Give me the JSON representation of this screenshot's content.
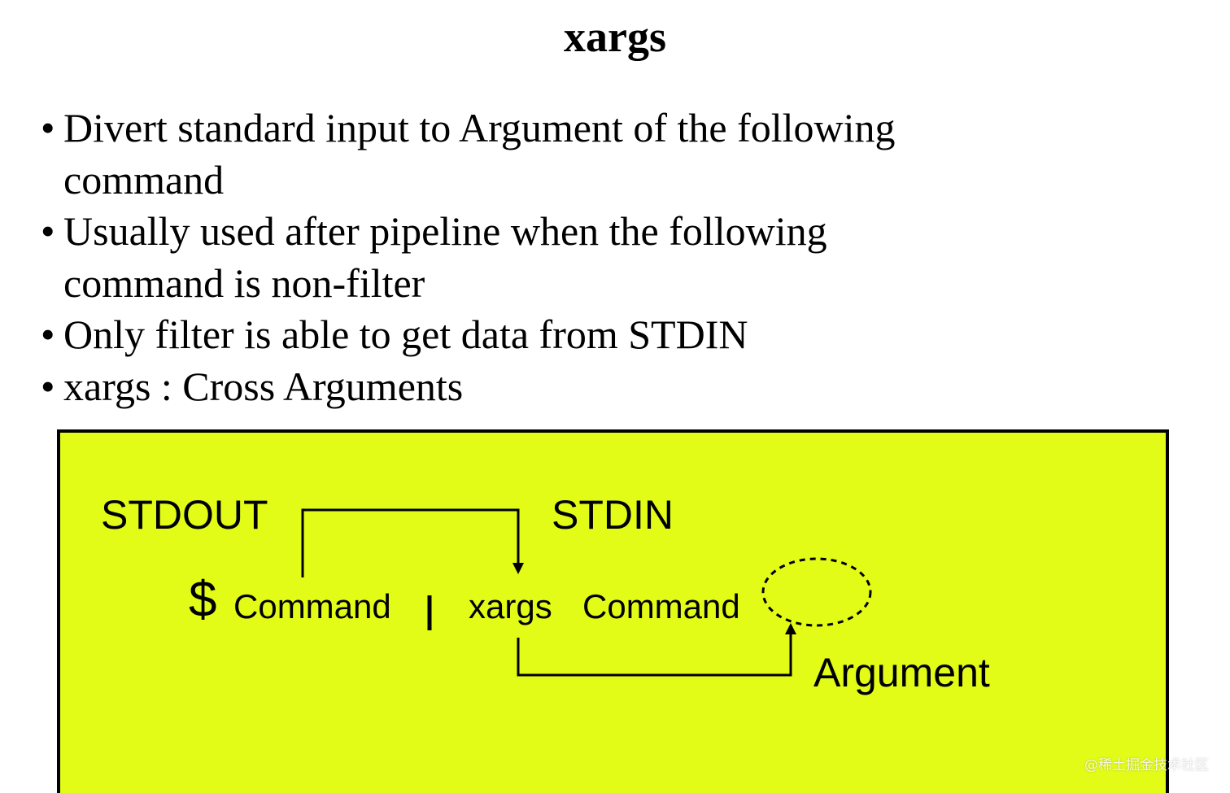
{
  "title": "xargs",
  "bullets": [
    {
      "line1": "Divert standard input to Argument of the following",
      "line2": "command"
    },
    {
      "line1": "Usually used after pipeline when the following",
      "line2": "command is non-filter"
    },
    {
      "line1": "Only filter is able to get data from STDIN",
      "line2": ""
    },
    {
      "line1": "xargs : Cross Arguments",
      "line2": ""
    }
  ],
  "bullet_symbol": "•",
  "diagram": {
    "stdout_label": "STDOUT",
    "stdin_label": "STDIN",
    "prompt": "$",
    "command_left": "Command",
    "pipe": "|",
    "xargs": "xargs",
    "command_right": "Command",
    "argument_label": "Argument",
    "background_color": "#e2fc17"
  },
  "watermark": "@稀土掘金技术社区"
}
